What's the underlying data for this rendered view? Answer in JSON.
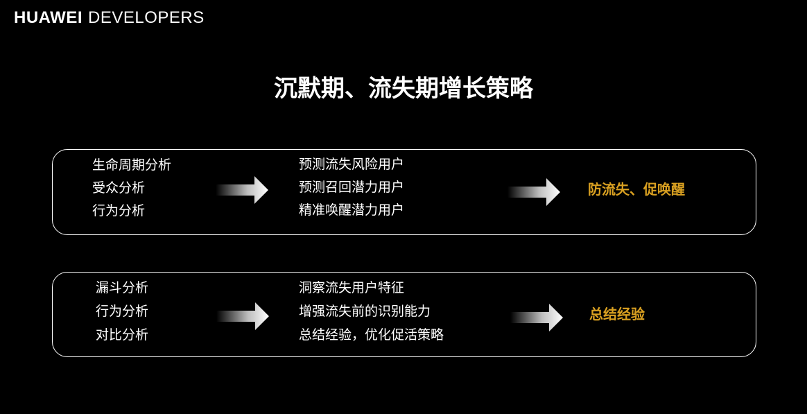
{
  "brand": {
    "strong": "HUAWEI",
    "light": "DEVELOPERS"
  },
  "title": "沉默期、流失期增长策略",
  "accent_color": "#d9a021",
  "panels": [
    {
      "inputs": [
        "生命周期分析",
        "受众分析",
        "行为分析"
      ],
      "outputs": [
        "预测流失风险用户",
        "预测召回潜力用户",
        "精准唤醒潜力用户"
      ],
      "result": "防流失、促唤醒"
    },
    {
      "inputs": [
        "漏斗分析",
        "行为分析",
        "对比分析"
      ],
      "outputs": [
        "洞察流失用户特征",
        "增强流失前的识别能力",
        "总结经验，优化促活策略"
      ],
      "result": "总结经验"
    }
  ],
  "icons": {
    "arrow": "arrow-right-icon"
  }
}
